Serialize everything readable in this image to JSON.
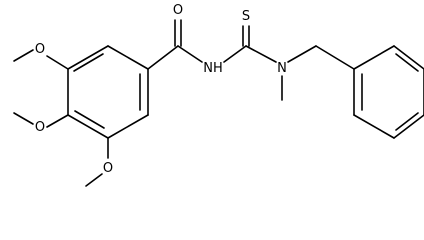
{
  "molecule": {
    "atoms": {
      "o_carbonyl": "O",
      "nh": "NH",
      "s": "S",
      "n_methyl": "N",
      "o_meta_top": "O",
      "o_para": "O",
      "o_meta_bottom": "O"
    }
  },
  "colors": {
    "ink": "#000000",
    "background": "#ffffff"
  }
}
